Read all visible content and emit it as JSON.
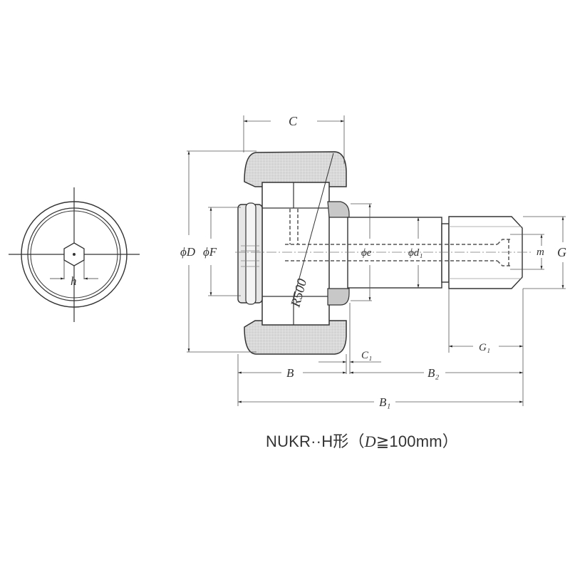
{
  "caption": {
    "model": "NUKR··H形",
    "condition_open": "（",
    "condition_var": "D",
    "condition_rest": "≧100mm）"
  },
  "dimensions": {
    "C": "C",
    "D": "ϕD",
    "F": "ϕF",
    "e": "ϕe",
    "d1": "ϕd₁",
    "m": "m",
    "G": "G",
    "G1": "G₁",
    "C1": "C₁",
    "B": "B",
    "B2": "B₂",
    "B1": "B₁",
    "h": "h",
    "R": "R500"
  },
  "colors": {
    "line": "#333333",
    "dim_line": "#666666",
    "hatch": "#cfcfcf",
    "background": "#ffffff"
  }
}
